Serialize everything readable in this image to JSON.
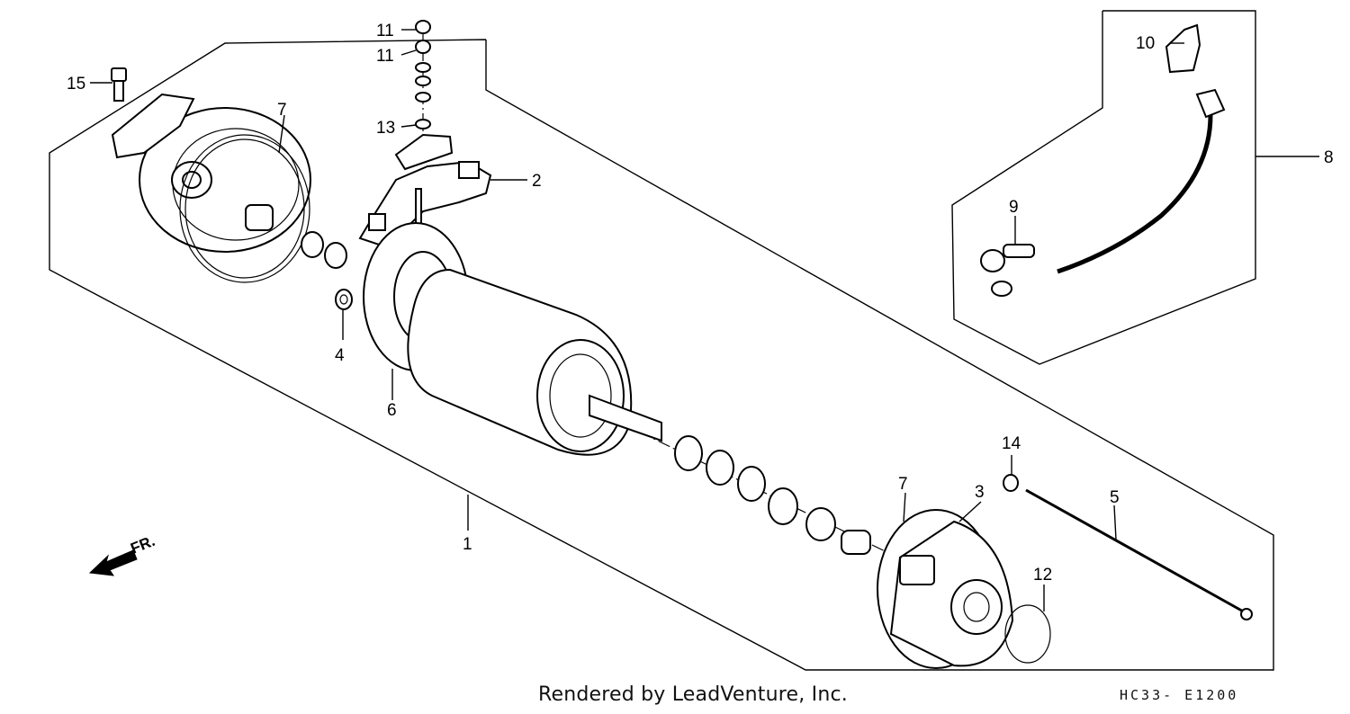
{
  "callouts": {
    "c1": "1",
    "c2": "2",
    "c3": "3",
    "c4": "4",
    "c5": "5",
    "c6": "6",
    "c7a": "7",
    "c7b": "7",
    "c8": "8",
    "c9": "9",
    "c10": "10",
    "c11a": "11",
    "c11b": "11",
    "c12": "12",
    "c13": "13",
    "c14": "14",
    "c15": "15"
  },
  "direction_label": "FR.",
  "credit": "Rendered by LeadVenture, Inc.",
  "diagram_code": "HC33- E1200"
}
